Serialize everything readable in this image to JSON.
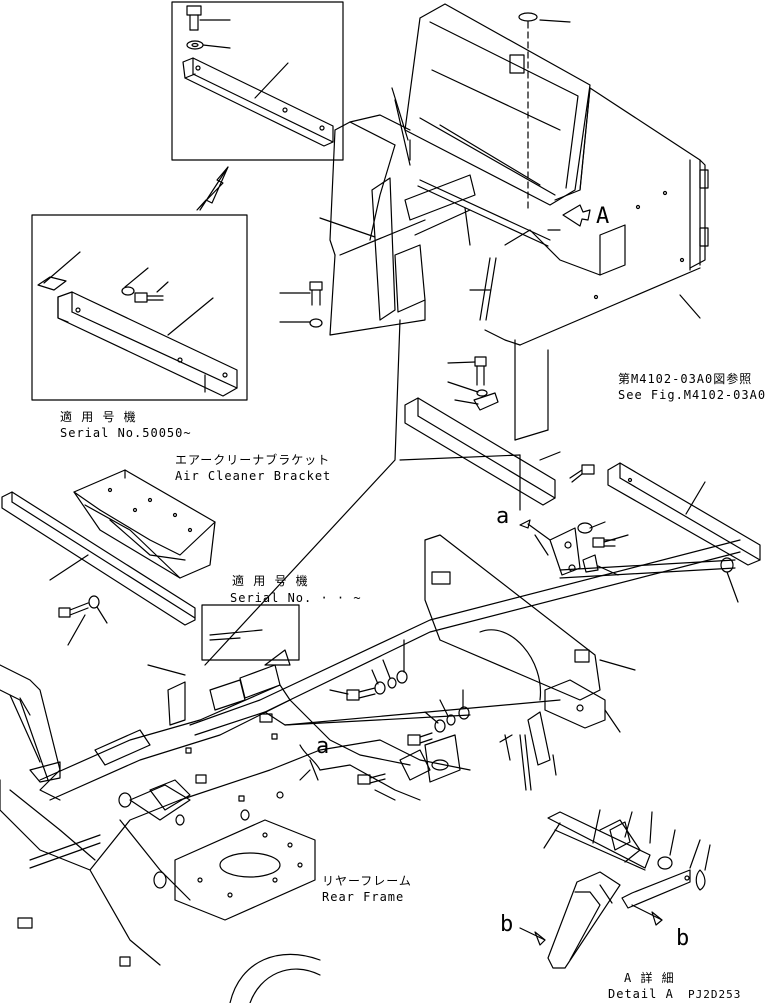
{
  "labels": {
    "serial_applic_1_jp": "適 用 号 機",
    "serial_applic_1_en": "Serial No.50050~",
    "air_cleaner_jp": "エアークリーナブラケット",
    "air_cleaner_en": "Air Cleaner Bracket",
    "serial_applic_2_jp": "適 用 号 機",
    "serial_applic_2_en": "Serial No.   ·  · ~",
    "see_fig_jp": "第M4102-03A0図参照",
    "see_fig_en": "See Fig.M4102-03A0",
    "rear_frame_jp": "リヤーフレーム",
    "rear_frame_en": "Rear Frame",
    "detail_a_jp": "A 詳 細",
    "detail_a_en": "Detail A",
    "drawing_code": "PJ2D253",
    "callout_A": "A",
    "callout_a_top": "a",
    "callout_a_bottom": "a",
    "callout_b_left": "b",
    "callout_b_right": "b"
  }
}
